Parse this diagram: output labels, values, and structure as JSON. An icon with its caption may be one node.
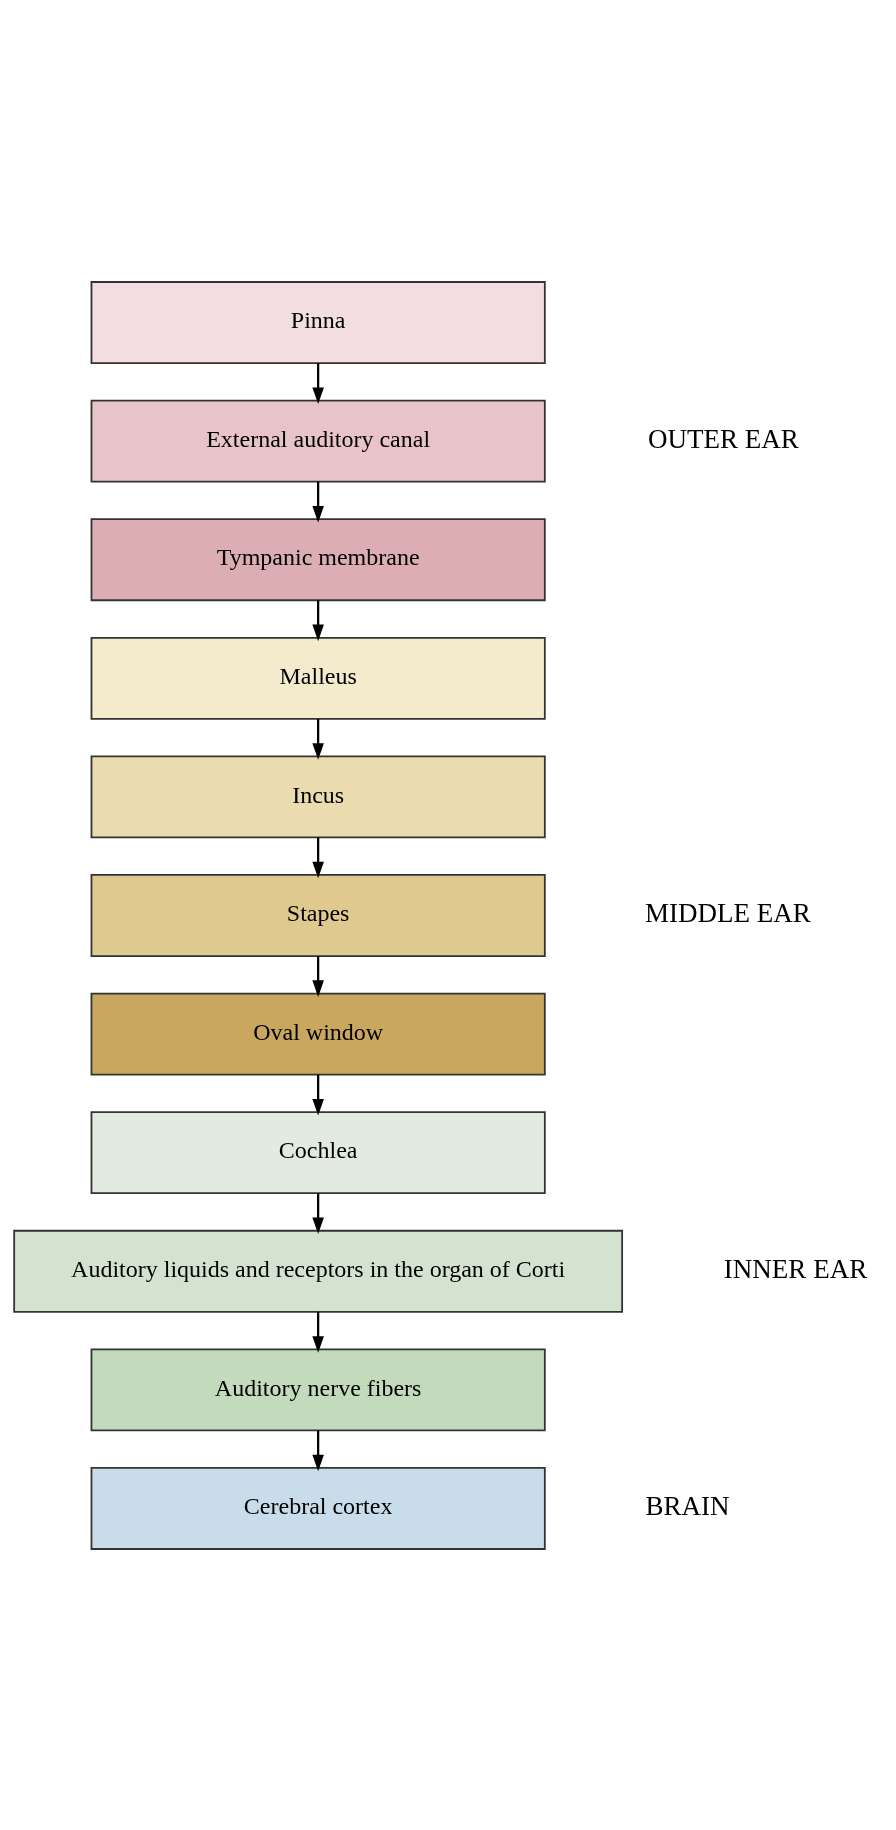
{
  "diagram": {
    "nodes": [
      {
        "text": [
          "Pinna"
        ]
      },
      {
        "text": [
          "External auditory canal"
        ]
      },
      {
        "text": [
          "Tympanic membrane"
        ]
      },
      {
        "text": [
          "Malleus"
        ]
      },
      {
        "text": [
          "Incus"
        ]
      },
      {
        "text": [
          "Stapes"
        ]
      },
      {
        "text": [
          "Oval window"
        ]
      },
      {
        "text": [
          "Cochlea"
        ]
      },
      {
        "text": [
          "Auditory liquids and receptors in the organ of Corti"
        ]
      },
      {
        "text": [
          "Auditory nerve fibers"
        ]
      },
      {
        "text": [
          "Cerebral cortex"
        ]
      }
    ],
    "edges": [
      {
        "from": 0,
        "to": 1,
        "arrow": "to"
      },
      {
        "from": 1,
        "to": 2,
        "arrow": "to"
      },
      {
        "from": 2,
        "to": 3,
        "arrow": "to"
      },
      {
        "from": 3,
        "to": 4,
        "arrow": "to"
      },
      {
        "from": 4,
        "to": 5,
        "arrow": "to"
      },
      {
        "from": 5,
        "to": 6,
        "arrow": "to"
      },
      {
        "from": 6,
        "to": 7,
        "arrow": "to"
      },
      {
        "from": 7,
        "to": 8,
        "arrow": "to"
      },
      {
        "from": 8,
        "to": 9,
        "arrow": "to"
      },
      {
        "from": 9,
        "to": 10,
        "arrow": "to"
      }
    ],
    "labels": [
      "OUTER EAR",
      "MIDDLE EAR",
      "INNER EAR",
      "BRAIN"
    ]
  }
}
